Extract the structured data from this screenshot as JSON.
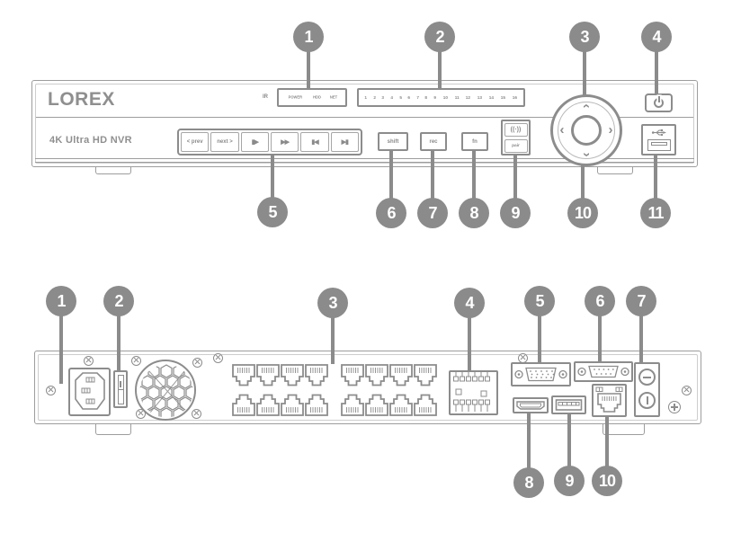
{
  "colors": {
    "callout": "#8b8b8b",
    "chassis_line": "#9d9d9d",
    "component_line": "#8c8c8c",
    "text": "#8a8a8a",
    "inner_line": "#cdcdcd"
  },
  "front_panel": {
    "brand": "LOREX",
    "model_label": "4K Ultra HD NVR",
    "ir_label": "IR",
    "led_labels": [
      "POWER",
      "HDD",
      "NET"
    ],
    "channel_numbers": [
      "1",
      "2",
      "3",
      "4",
      "5",
      "6",
      "7",
      "8",
      "9",
      "10",
      "11",
      "12",
      "13",
      "14",
      "15",
      "16"
    ],
    "buttons": {
      "prev_label": "< prev",
      "next_label": "next >",
      "play_pause_icon": "▮▶",
      "fast_forward_icon": "▶▶",
      "skip_back_icon": "▮◀",
      "skip_forward_icon": "▶▮",
      "shift_label": "shift",
      "rec_label": "rec",
      "fn_label": "fn",
      "pair_icon": "((·))",
      "pair_label": "pair"
    },
    "nav_arrows": {
      "up": "‹",
      "down": "‹",
      "left": "‹",
      "right": "›"
    },
    "callouts": [
      "1",
      "2",
      "3",
      "4",
      "5",
      "6",
      "7",
      "8",
      "9",
      "10",
      "11"
    ]
  },
  "back_panel": {
    "poe_port_count": 16,
    "poe_rows": 2,
    "callouts": [
      "1",
      "2",
      "3",
      "4",
      "5",
      "6",
      "7",
      "8",
      "9",
      "10"
    ]
  }
}
